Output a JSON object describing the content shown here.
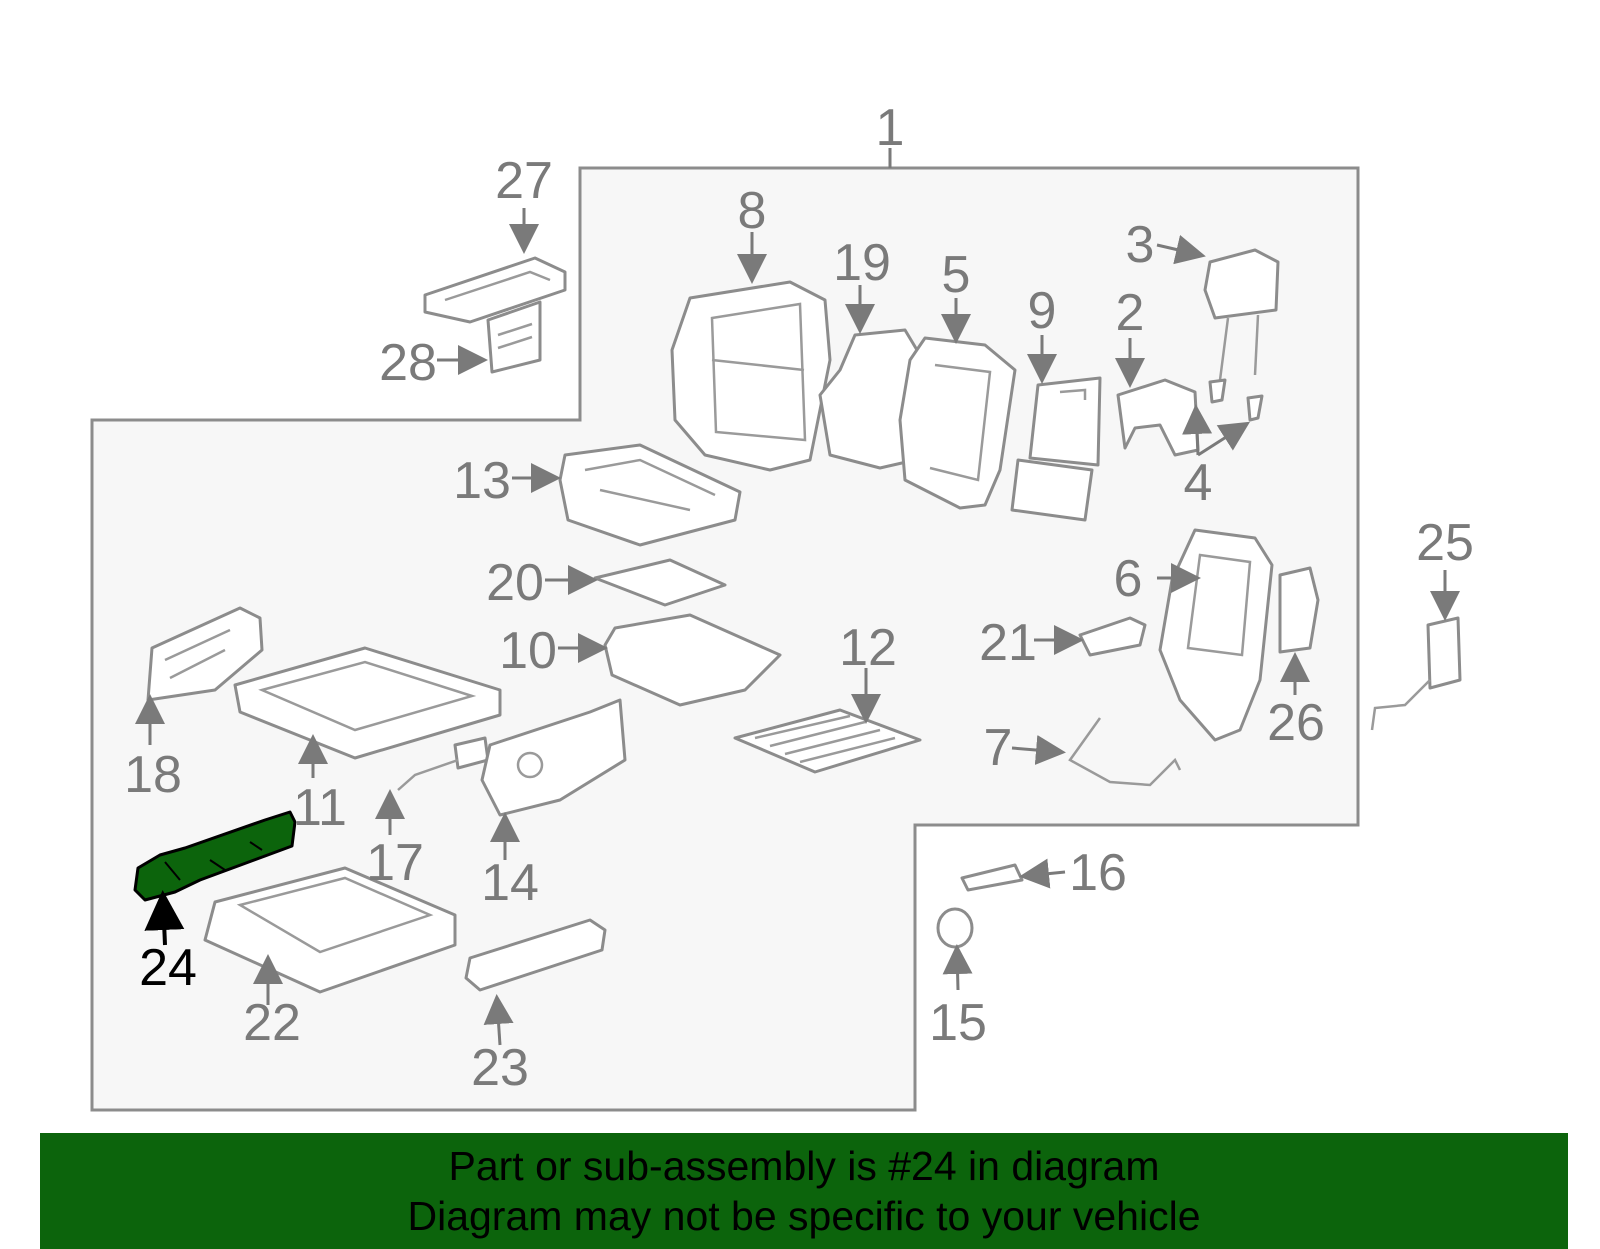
{
  "diagram": {
    "callouts": [
      "1",
      "2",
      "3",
      "4",
      "5",
      "6",
      "7",
      "8",
      "9",
      "10",
      "11",
      "12",
      "13",
      "14",
      "15",
      "16",
      "17",
      "18",
      "19",
      "20",
      "21",
      "22",
      "23",
      "24",
      "25",
      "26",
      "27",
      "28"
    ],
    "highlighted_part": "24",
    "colors": {
      "highlight": "#0c640c",
      "panel": "#f7f7f7",
      "line": "#8c8c8c"
    }
  },
  "footer": {
    "line1": "Part or sub-assembly is #24 in diagram",
    "line2": "Diagram may not be specific to your vehicle"
  }
}
